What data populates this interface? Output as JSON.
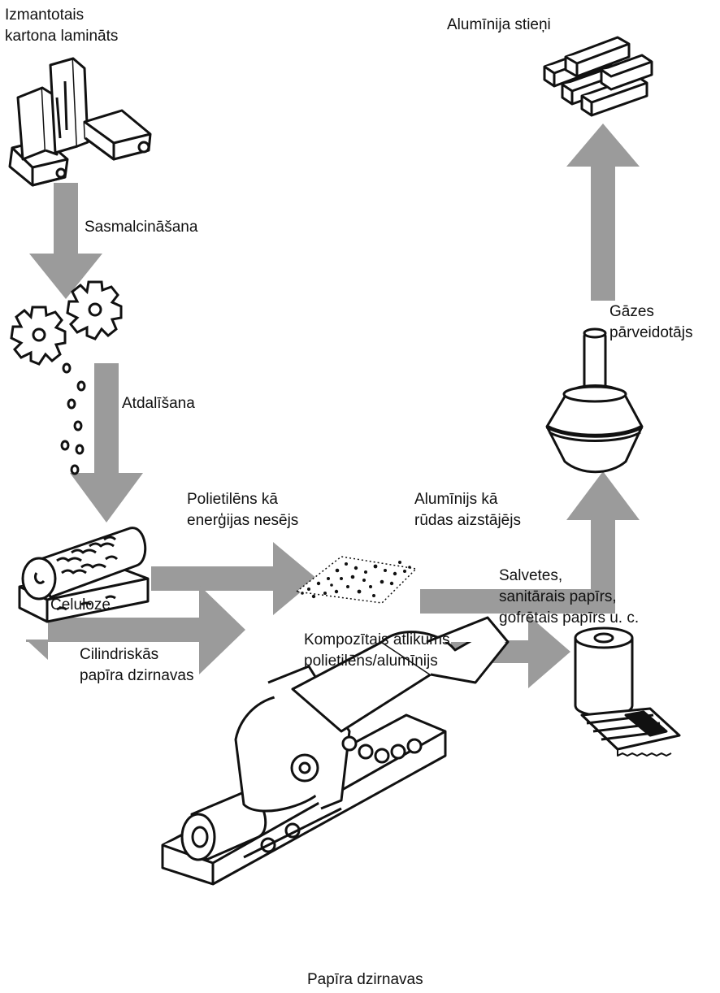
{
  "colors": {
    "arrow": "#9b9b9b",
    "ink": "#111111",
    "background": "#ffffff"
  },
  "nodes": {
    "input": {
      "lines": [
        "Izmantotais",
        "kartona lamināts"
      ],
      "icon": "carton-stack-icon"
    },
    "shredder": {
      "icon": "gears-icon"
    },
    "pulper": {
      "lines": [
        "Cilindriskās",
        "papīra dzirnavas"
      ],
      "icon": "cylinder-pulper-icon"
    },
    "residue": {
      "lines": [
        "Kompozītais atlikums",
        "polietilēns/alumīnijs"
      ],
      "icon": "residue-pile-icon"
    },
    "converter": {
      "lines": [
        "Gāzes",
        "pārveidotājs"
      ],
      "icon": "gas-converter-icon"
    },
    "aluminium": {
      "lines": [
        "Alumīnija stieņi"
      ],
      "icon": "aluminium-bars-icon"
    },
    "paper_mill": {
      "lines": [
        "Papīra dzirnavas"
      ],
      "icon": "paper-mill-icon"
    },
    "products": {
      "lines": [
        "Salvetes,",
        "sanitārais papīrs,",
        "gofrētais papīrs u. c."
      ],
      "icon": "paper-roll-icon"
    }
  },
  "edges": {
    "shredding": {
      "lines": [
        "Sasmalcināšana"
      ]
    },
    "separation": {
      "lines": [
        "Atdalīšana"
      ]
    },
    "polyethylene": {
      "lines": [
        "Polietilēns kā",
        "enerģijas nesējs"
      ]
    },
    "aluminium_ore": {
      "lines": [
        "Alumīnijs kā",
        "rūdas aizstājējs"
      ]
    },
    "cellulose": {
      "lines": [
        "Celuloze"
      ]
    }
  }
}
